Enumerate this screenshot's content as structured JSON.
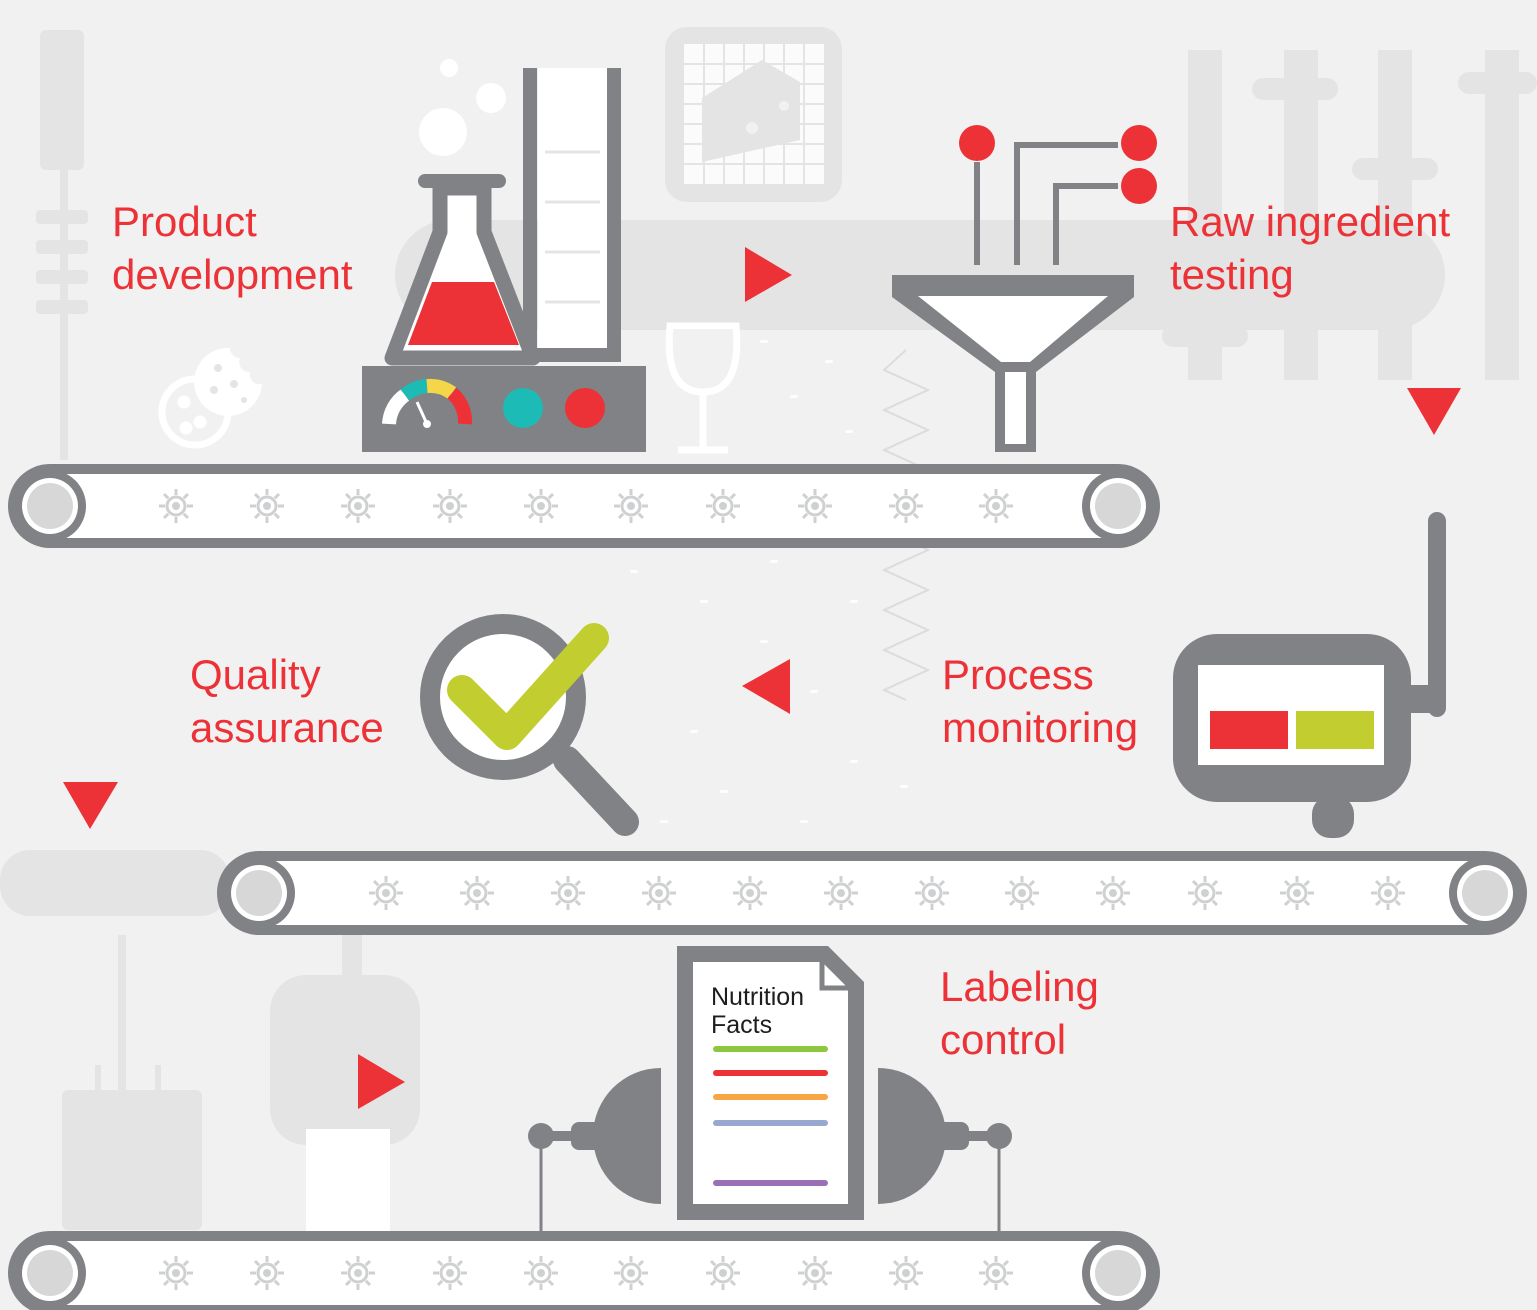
{
  "steps": [
    {
      "line1": "Product",
      "line2": "development"
    },
    {
      "line1": "Raw ingredient",
      "line2": "testing"
    },
    {
      "line1": "Process",
      "line2": "monitoring"
    },
    {
      "line1": "Quality",
      "line2": "assurance"
    },
    {
      "line1": "Labeling",
      "line2": "control"
    }
  ],
  "nutrition_label": {
    "line1": "Nutrition",
    "line2": "Facts"
  },
  "colors": {
    "accent_red": "#ec3237",
    "gray": "#808285",
    "light_gray": "#e4e4e4",
    "green": "#c2cd2f",
    "teal": "#1dbbb5",
    "yellow": "#f5d649",
    "background": "#f1f1f1"
  },
  "flow_direction": [
    "right",
    "down",
    "left",
    "down",
    "right"
  ],
  "icons": [
    "flask-icon",
    "beaker-icon",
    "gauge-icon",
    "cookie-icon",
    "wine-glass-icon",
    "cheese-icon",
    "funnel-icon",
    "sensor-icon",
    "magnifier-check-icon",
    "monitor-device-icon",
    "nutrition-label-icon",
    "gear-icon",
    "conveyor-belt-icon",
    "arrow-icon"
  ]
}
